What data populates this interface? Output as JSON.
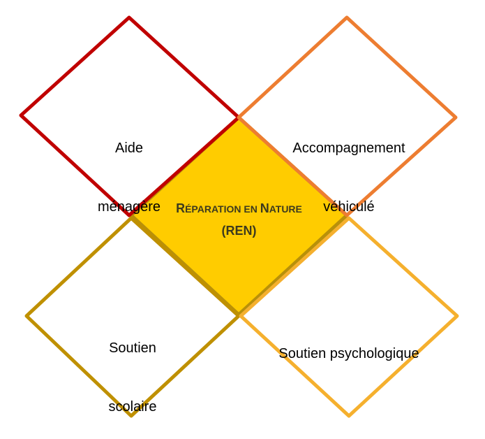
{
  "diagram": {
    "center": {
      "label_parts": [
        {
          "text": "R",
          "small": false
        },
        {
          "text": "ÉPARATION EN ",
          "small": true
        },
        {
          "text": "N",
          "small": false
        },
        {
          "text": "ATURE",
          "small": true
        }
      ],
      "line2": "(REN)",
      "fill_color": "#ffcc00",
      "stroke_color": "#b8900a",
      "text_color": "#3d3a1e"
    },
    "top_left": {
      "lines": [
        "Aide",
        "ménagère"
      ],
      "stroke_color": "#c00000"
    },
    "top_right": {
      "lines": [
        "Accompagnement",
        "véhiculé"
      ],
      "stroke_color": "#ed7d31"
    },
    "bottom_left": {
      "lines": [
        "Soutien",
        "scolaire"
      ],
      "stroke_color": "#bf9000"
    },
    "bottom_right": {
      "lines": [
        "Soutien psychologique"
      ],
      "stroke_color": "#f5b02e"
    }
  }
}
